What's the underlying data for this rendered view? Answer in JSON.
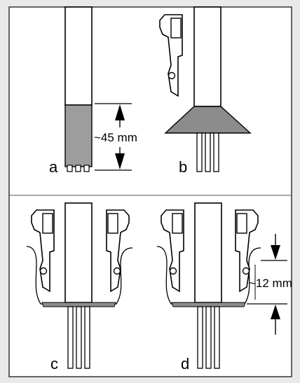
{
  "figure": {
    "panels": [
      {
        "label": "a"
      },
      {
        "label": "b"
      },
      {
        "label": "c"
      },
      {
        "label": "d"
      }
    ],
    "measurements": {
      "strip_length": "~45 mm",
      "grip_length": "~12 mm"
    },
    "colors": {
      "background": "#e9e9e9",
      "panel": "#ffffff",
      "line": "#000000",
      "insulation": "#9d9d9d",
      "cone": "#8c8c8c"
    }
  }
}
